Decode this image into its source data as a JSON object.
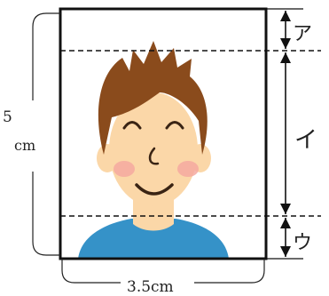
{
  "labels": {
    "section_a": "ア",
    "section_i": "イ",
    "section_u": "ウ",
    "height_value": "5",
    "height_unit": "cm",
    "width": "3.5cm"
  },
  "colors": {
    "frame": "#111111",
    "hair": "#8a4b1c",
    "skin": "#fbd7a8",
    "cheek": "#f5a9a0",
    "shirt": "#3592c8",
    "feature": "#3a2414"
  },
  "icons": [
    "portrait-illustration"
  ]
}
